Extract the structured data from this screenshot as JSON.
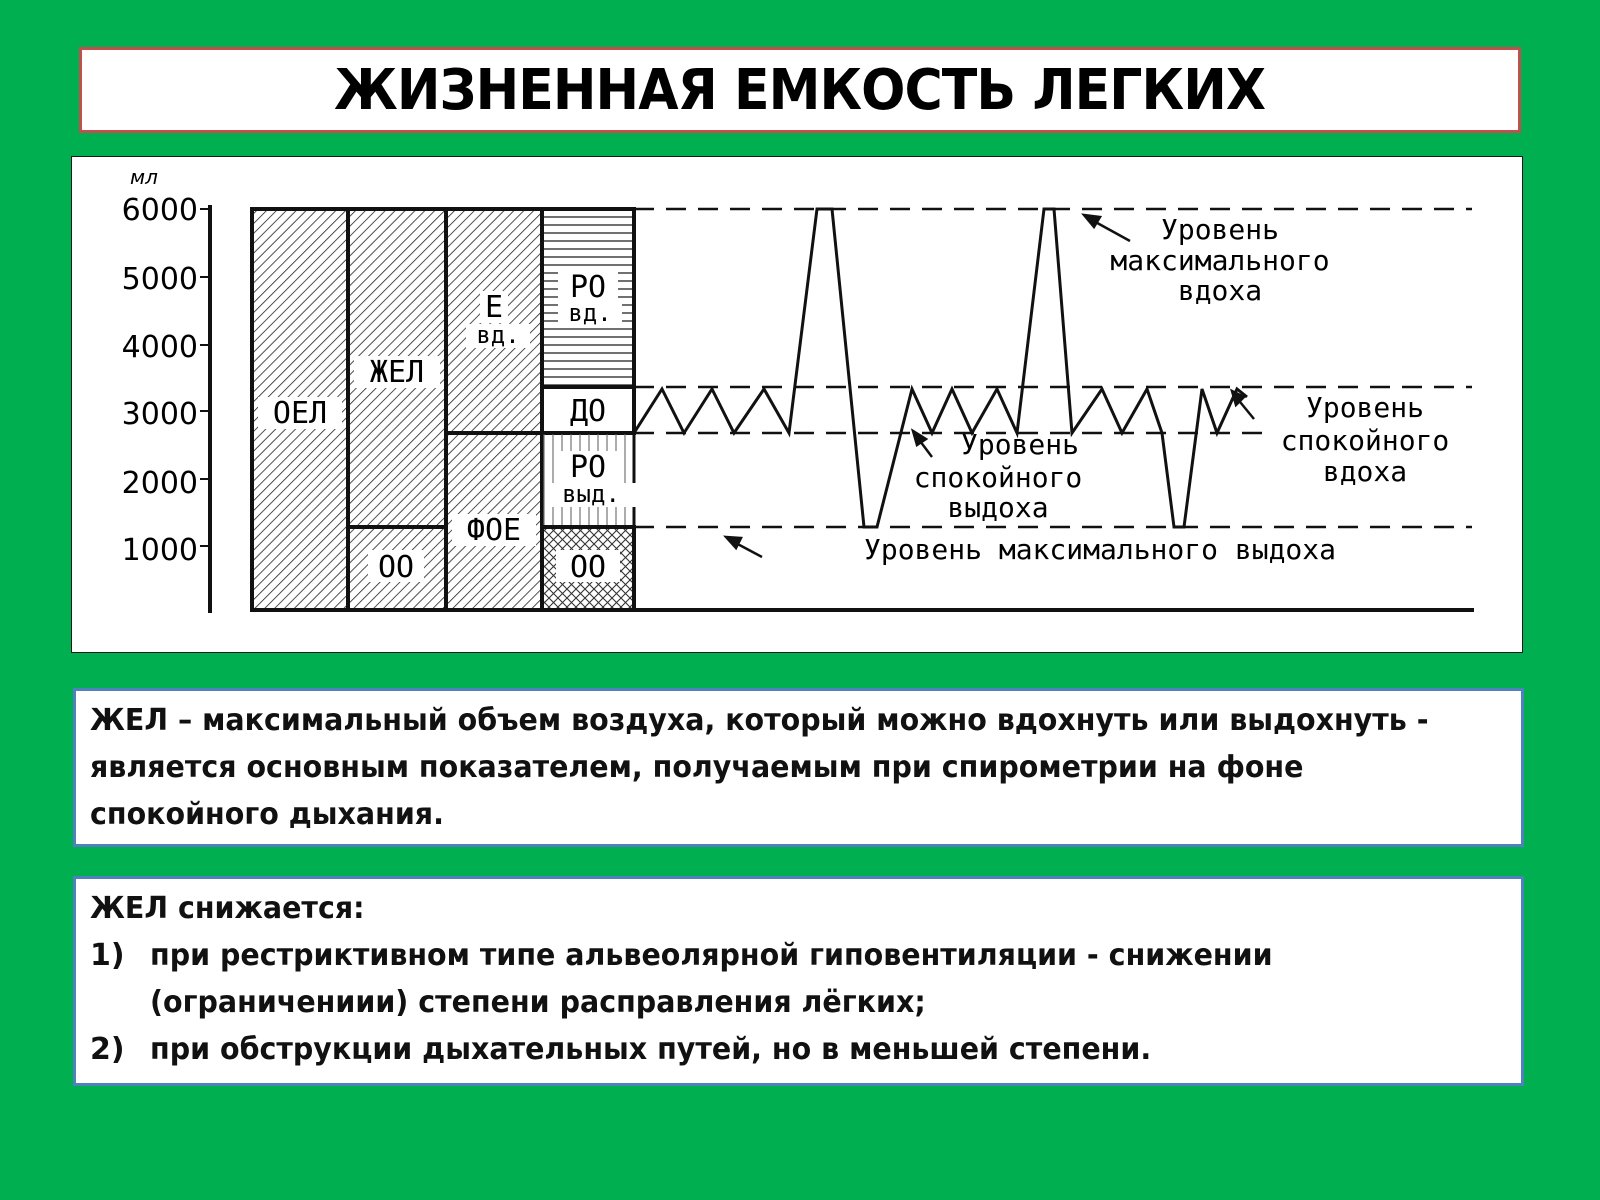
{
  "title": "ЖИЗНЕННАЯ ЕМКОСТЬ ЛЕГКИХ",
  "figure": {
    "y_unit": "мл",
    "y_ticks": [
      "6000",
      "5000",
      "4000",
      "3000",
      "2000",
      "1000"
    ],
    "columns": {
      "oel": "ОЕЛ",
      "zhel": "ЖЕЛ",
      "oo_1": "ОО",
      "evd_top": "Е",
      "evd_bottom": "вд.",
      "foe": "ФОЕ",
      "rovd_top": "РО",
      "rovd_bottom": "вд.",
      "do": "ДО",
      "rovyd_top": "РО",
      "rovyd_bottom": "выд.",
      "oo_2": "ОО"
    },
    "annotations": {
      "max_inhale": [
        "Уровень",
        "максимального",
        "вдоха"
      ],
      "calm_inhale": [
        "Уровень",
        "спокойного",
        "вдоха"
      ],
      "calm_exhale": [
        "Уровень",
        "спокойного",
        "выдоха"
      ],
      "max_exhale": "Уровень максимального выдоха"
    }
  },
  "definition": {
    "lines": [
      "ЖЕЛ – максимальный объем воздуха, который можно вдохнуть или выдохнуть -",
      "является основным показателем, получаемым при спирометрии на фоне",
      "спокойного дыхания."
    ]
  },
  "decrease": {
    "heading": "ЖЕЛ снижается:",
    "items": [
      {
        "num": "1)",
        "lines": [
          "при рестриктивном типе альвеолярной гиповентиляции -  снижении",
          "(ограничениии) степени расправления лёгких;"
        ]
      },
      {
        "num": "2)",
        "lines": [
          "при обструкции дыхательных путей, но в меньшей степени."
        ]
      }
    ]
  }
}
